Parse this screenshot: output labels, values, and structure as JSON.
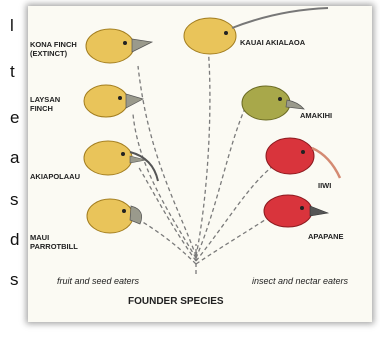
{
  "sidebar_chars": [
    "l",
    "t",
    "e",
    "a",
    "s",
    "d",
    "s"
  ],
  "birds": {
    "kona_finch": "KONA FINCH\n(EXTINCT)",
    "laysan_finch": "LAYSAN\nFINCH",
    "akiapolaau": "AKIAPOLAAU",
    "maui_parrotbill": "MAUI\nPARROTBILL",
    "kauai_akialoa": "KAUAI AKIALAOA",
    "amakihi": "AMAKIHI",
    "iiwi": "IIWI",
    "apapane": "APAPANE"
  },
  "groups": {
    "left": "fruit and seed eaters",
    "right": "insect and nectar eaters"
  },
  "founder": "FOUNDER SPECIES",
  "colors": {
    "yellow_head": "#e9c45a",
    "olive_head": "#a8a84a",
    "red_head": "#d9343c",
    "beak": "#9a9a8c",
    "dash": "#7a7a7a"
  }
}
